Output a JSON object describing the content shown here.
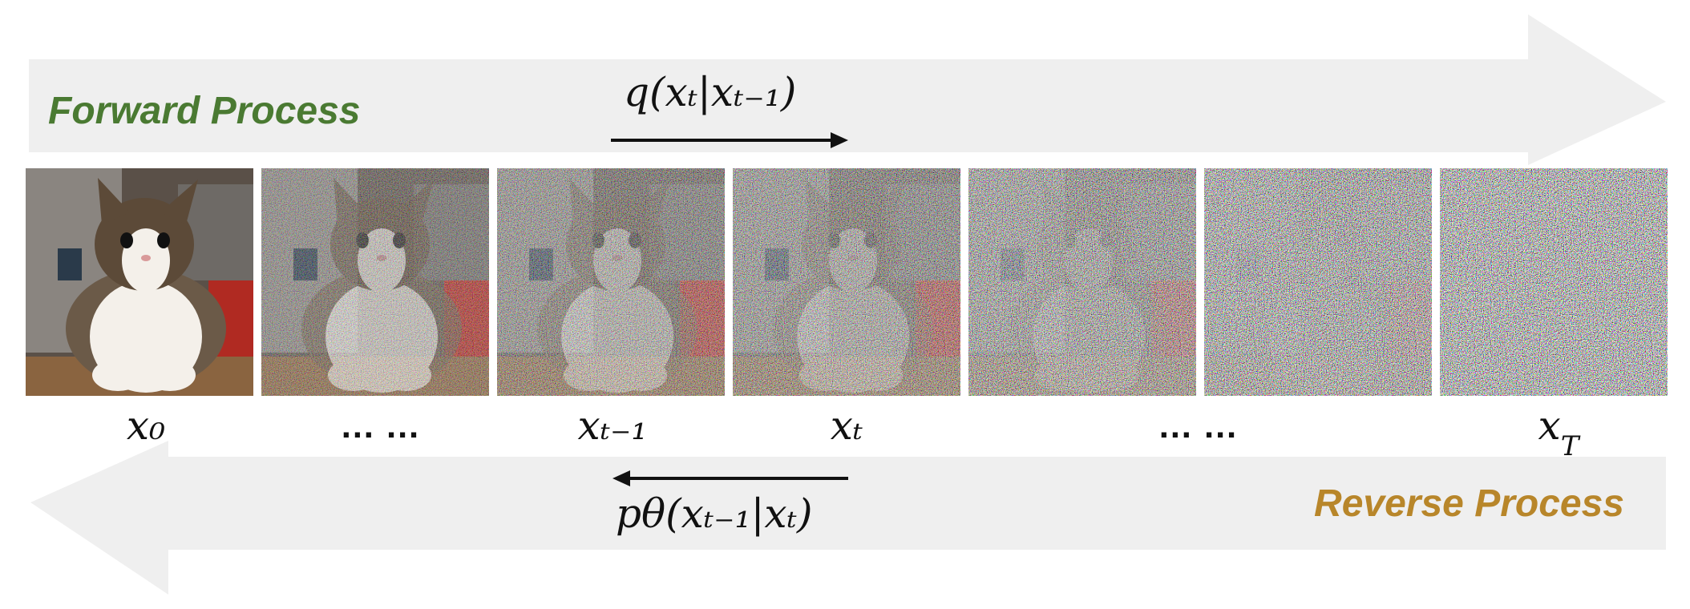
{
  "forward": {
    "label": "Forward Process",
    "label_color": "#4a7a32",
    "formula": "q(xₜ|xₜ₋₁)"
  },
  "reverse": {
    "label": "Reverse Process",
    "label_color": "#b8862a",
    "formula": "pθ(xₜ₋₁|xₜ)"
  },
  "arrow_color": "#efefef",
  "frames": [
    {
      "name": "frame-x0",
      "noise": 0.0
    },
    {
      "name": "frame-2",
      "noise": 0.35
    },
    {
      "name": "frame-xt-minus-1",
      "noise": 0.5
    },
    {
      "name": "frame-xt",
      "noise": 0.6
    },
    {
      "name": "frame-5",
      "noise": 0.75
    },
    {
      "name": "frame-6",
      "noise": 0.88
    },
    {
      "name": "frame-xT",
      "noise": 1.0
    }
  ],
  "labels": {
    "x0": "x₀",
    "dots1": "… …",
    "xt_minus_1": "xₜ₋₁",
    "xt": "xₜ",
    "dots2": "… …",
    "xT": "x_T"
  }
}
